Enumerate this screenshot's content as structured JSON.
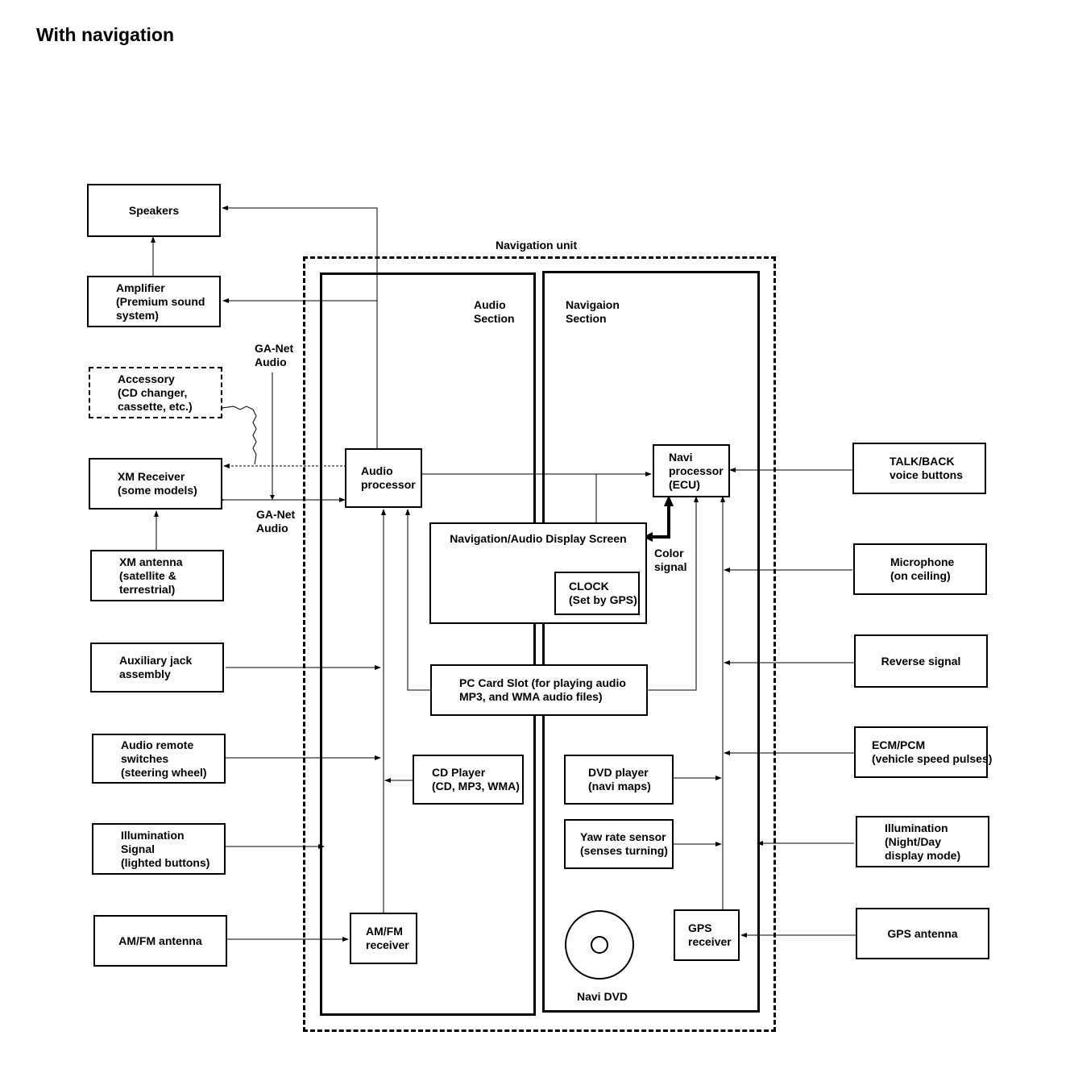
{
  "title": "With navigation",
  "navigation_unit_label": "Navigation unit",
  "audio_section_label": [
    "Audio",
    "Section"
  ],
  "navigation_section_label": [
    "Navigaion",
    "Section"
  ],
  "ganet_top_label": [
    "GA-Net",
    "Audio"
  ],
  "ganet_bottom_label": [
    "GA-Net",
    "Audio"
  ],
  "color_signal_label": [
    "Color",
    "signal"
  ],
  "navi_dvd_label": "Navi DVD",
  "left_boxes": {
    "speakers": [
      "Speakers"
    ],
    "amplifier": [
      "Amplifier",
      "(Premium sound",
      "system)"
    ],
    "accessory": [
      "Accessory",
      "(CD changer,",
      "cassette, etc.)"
    ],
    "xm_receiver": [
      "XM Receiver",
      "(some models)"
    ],
    "xm_antenna": [
      "XM antenna",
      "(satellite &",
      "terrestrial)"
    ],
    "aux_jack": [
      "Auxiliary jack",
      "assembly"
    ],
    "audio_remote": [
      "Audio remote",
      "switches",
      "(steering wheel)"
    ],
    "illumination_signal": [
      "Illumination",
      "Signal",
      "(lighted buttons)"
    ],
    "amfm_antenna": [
      "AM/FM antenna"
    ]
  },
  "center_boxes": {
    "audio_processor": [
      "Audio",
      "processor"
    ],
    "navi_processor": [
      "Navi",
      "processor",
      "(ECU)"
    ],
    "display_screen": [
      "Navigation/Audio Display Screen"
    ],
    "clock": [
      "CLOCK",
      "(Set by GPS)"
    ],
    "pc_card": [
      "PC Card Slot (for playing audio",
      "MP3, and WMA audio files)"
    ],
    "cd_player": [
      "CD Player",
      "(CD, MP3, WMA)"
    ],
    "amfm_receiver": [
      "AM/FM",
      "receiver"
    ],
    "dvd_player": [
      "DVD player",
      "(navi maps)"
    ],
    "yaw_sensor": [
      "Yaw rate sensor",
      "(senses turning)"
    ],
    "gps_receiver": [
      "GPS",
      "receiver"
    ]
  },
  "right_boxes": {
    "talk_back": [
      "TALK/BACK",
      "voice buttons"
    ],
    "microphone": [
      "Microphone",
      "(on ceiling)"
    ],
    "reverse": [
      "Reverse signal"
    ],
    "ecm_pcm": [
      "ECM/PCM",
      "(vehicle speed pulses)"
    ],
    "illumination_mode": [
      "Illumination",
      "(Night/Day",
      "display mode)"
    ],
    "gps_antenna": [
      "GPS antenna"
    ]
  }
}
